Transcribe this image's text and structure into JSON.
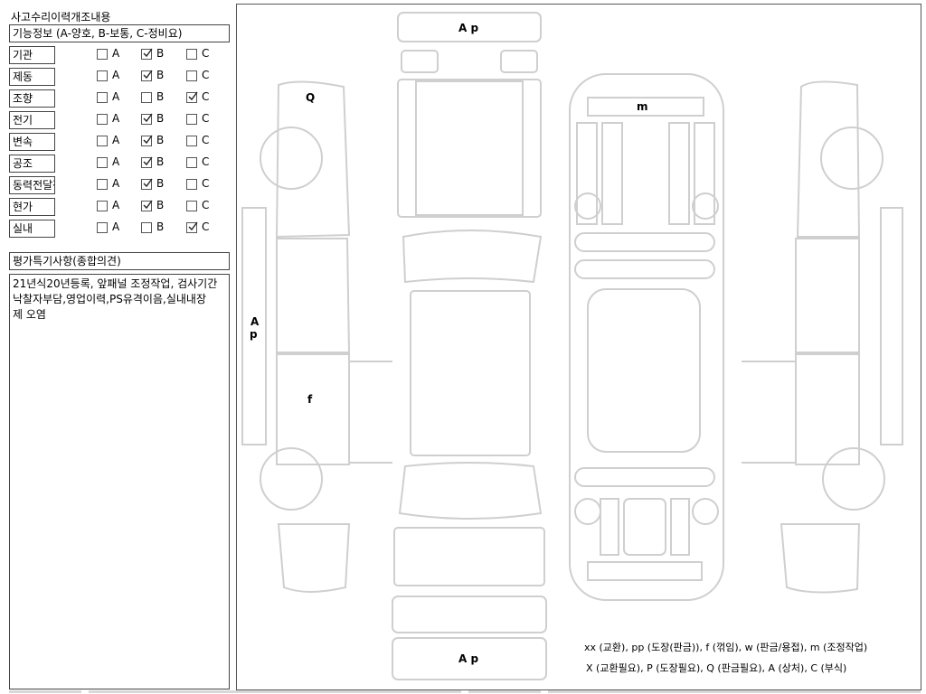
{
  "header": {
    "title": "사고수리이력개조내용"
  },
  "function_info": {
    "label": "기능정보 (A-양호, B-보통, C-정비요)"
  },
  "options": {
    "a": "A",
    "b": "B",
    "c": "C"
  },
  "inspection_rows": [
    {
      "label": "기관",
      "checked": "B"
    },
    {
      "label": "제동",
      "checked": "B"
    },
    {
      "label": "조향",
      "checked": "C"
    },
    {
      "label": "전기",
      "checked": "B"
    },
    {
      "label": "변속",
      "checked": "B"
    },
    {
      "label": "공조",
      "checked": "B"
    },
    {
      "label": "동력전달장치",
      "checked": "B"
    },
    {
      "label": "현가",
      "checked": "B"
    },
    {
      "label": "실내",
      "checked": "C"
    }
  ],
  "remarks": {
    "title": "평가특기사항(종합의견)",
    "text": "21년식20년등록, 앞패널 조정작업, 검사기간\n낙찰자부담,영업이력,PS유격이음,실내내장\n제 오염"
  },
  "diagram": {
    "labels": {
      "front_top": "A p",
      "rear_bottom": "A p",
      "left_side": "A\np",
      "left_fender": "Q",
      "left_rear_door": "f",
      "roof": "m"
    },
    "legend_line1": "xx (교환), pp (도장(판금)), f (꺾임), w (판금/용접), m (조정작업)",
    "legend_line2": "X (교환필요), P (도장필요), Q (판금필요), A (상처), C (부식)"
  }
}
